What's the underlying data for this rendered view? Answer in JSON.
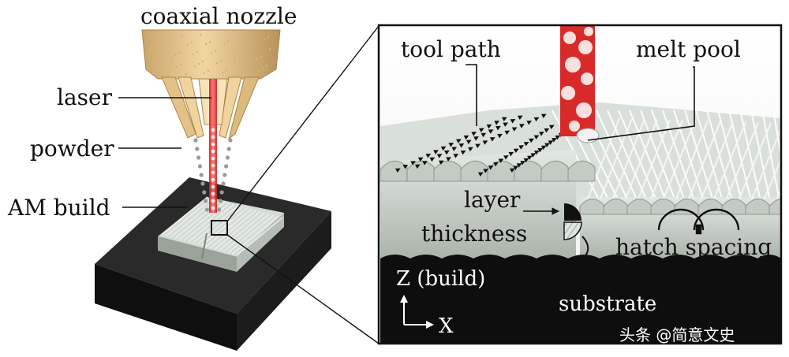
{
  "labels": {
    "coaxial_nozzle": "coaxial nozzle",
    "laser": "laser",
    "powder": "powder",
    "am_build": "AM build",
    "tool_path": "tool path",
    "melt_pool": "melt pool",
    "layer": "layer",
    "thickness": "thickness",
    "hatch_spacing": "hatch spacing",
    "z_build": "Z (build)",
    "substrate": "substrate",
    "x_axis": "X"
  },
  "watermark": "头条 @简意文史",
  "colors": {
    "nozzle": "#e9c98f",
    "laser": "#e23a3a",
    "powder": "#9a9a9a",
    "plate": "#1c1c1c",
    "bead": "#c9d1c9",
    "substrate": "#0e0e0e"
  }
}
